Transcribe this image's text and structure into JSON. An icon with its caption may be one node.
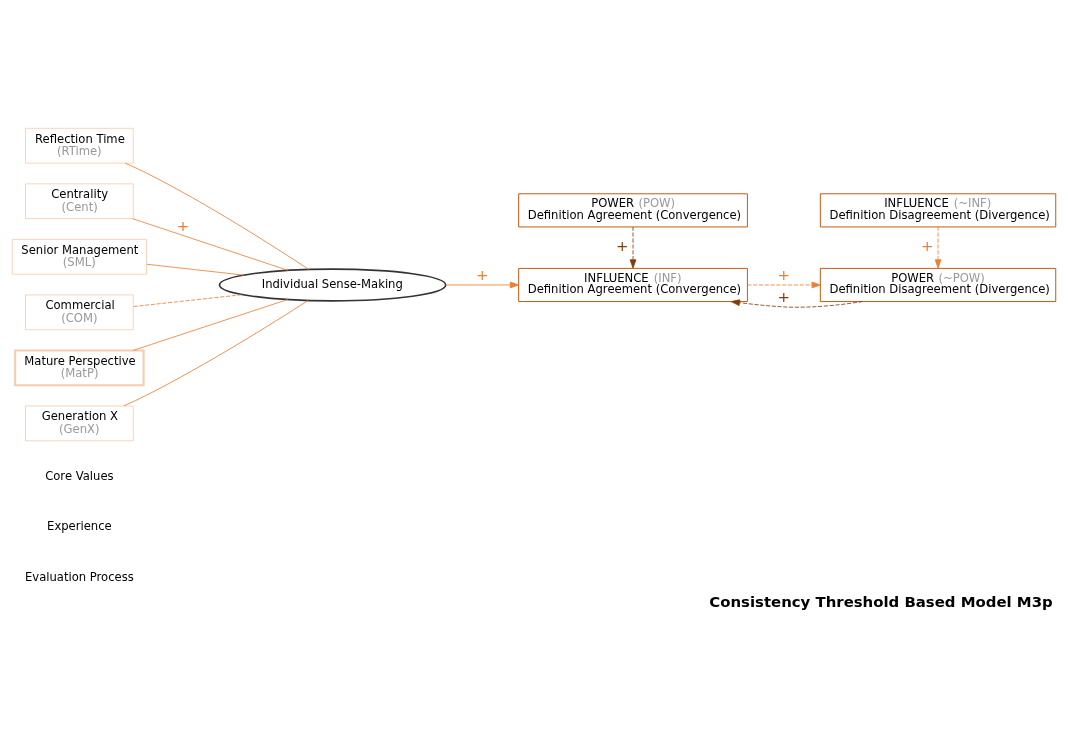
{
  "diagram": {
    "caption": "Consistency Threshold Based Model M3p",
    "nodes": [
      {
        "text": [
          "Reflection Time",
          "(RTime)"
        ]
      },
      {
        "text": [
          "Centrality",
          "(Cent)"
        ]
      },
      {
        "text": [
          "Senior Management",
          "(SML)"
        ]
      },
      {
        "text": [
          "Commercial",
          "(COM)"
        ]
      },
      {
        "text": [
          "Mature Perspective",
          "(MatP)"
        ]
      },
      {
        "text": [
          "Generation X",
          "(GenX)"
        ]
      },
      {
        "text": [
          "Individual Sense-Making"
        ]
      },
      {
        "text": [
          "POWER",
          "(POW)",
          "Definition Agreement (Convergence)"
        ]
      },
      {
        "text": [
          "POWER",
          "(~POW)",
          "Definition Disagreement (Divergence)"
        ]
      },
      {
        "text": [
          "INFLUENCE",
          "(INF)",
          "Definition Agreement (Convergence)"
        ]
      },
      {
        "text": [
          "INFLUENCE",
          "(~INF)",
          "Definition Disagreement (Divergence)"
        ]
      }
    ],
    "edges": [
      {
        "from": 0,
        "to": 6,
        "arrow": "none"
      },
      {
        "from": 1,
        "to": 6,
        "arrow": "none",
        "label": "+"
      },
      {
        "from": 2,
        "to": 6,
        "arrow": "none"
      },
      {
        "from": 3,
        "to": 6,
        "arrow": "none",
        "style": "dashed"
      },
      {
        "from": 4,
        "to": 6,
        "arrow": "none"
      },
      {
        "from": 5,
        "to": 6,
        "arrow": "none"
      },
      {
        "from": 6,
        "to": 9,
        "arrow": "to",
        "label": "+"
      },
      {
        "from": 7,
        "to": 9,
        "arrow": "to",
        "label": "+",
        "style": "dashed",
        "color": "#843c0c"
      },
      {
        "from": 8,
        "to": 9,
        "arrow": "to",
        "label": "+",
        "style": "dashed",
        "color": "#843c0c"
      },
      {
        "from": 9,
        "to": 8,
        "arrow": "to",
        "label": "+",
        "style": "dashed"
      },
      {
        "from": 10,
        "to": 8,
        "arrow": "to",
        "label": "+",
        "style": "dashed"
      }
    ],
    "labels": [
      "Evaluation Process",
      "Experience",
      "Core Values"
    ]
  }
}
